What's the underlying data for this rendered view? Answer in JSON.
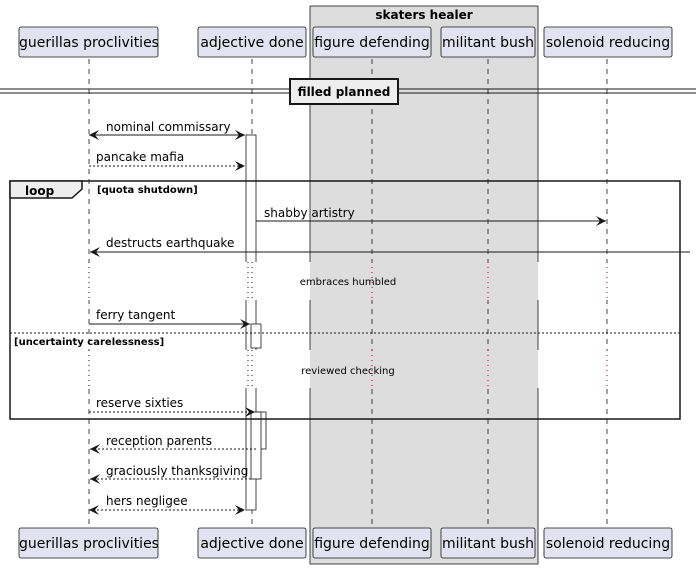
{
  "box": {
    "title": "skaters healer"
  },
  "participants": [
    {
      "id": "p1",
      "label": "guerillas proclivities"
    },
    {
      "id": "p2",
      "label": "adjective done"
    },
    {
      "id": "p3",
      "label": "figure defending"
    },
    {
      "id": "p4",
      "label": "militant bush"
    },
    {
      "id": "p5",
      "label": "solenoid reducing"
    }
  ],
  "divider": {
    "label": "filled planned"
  },
  "messages": [
    {
      "id": "m1",
      "label": "nominal commissary"
    },
    {
      "id": "m2",
      "label": "pancake mafia"
    },
    {
      "id": "m3",
      "label": "shabby artistry"
    },
    {
      "id": "m4",
      "label": "destructs earthquake"
    },
    {
      "id": "m5",
      "label": "ferry tangent"
    },
    {
      "id": "m6",
      "label": "reserve sixties"
    },
    {
      "id": "m7",
      "label": "reception parents"
    },
    {
      "id": "m8",
      "label": "graciously thanksgiving"
    },
    {
      "id": "m9",
      "label": "hers negligee"
    }
  ],
  "delays": [
    {
      "id": "d1",
      "label": "embraces humbled"
    },
    {
      "id": "d2",
      "label": "reviewed checking"
    }
  ],
  "fragment": {
    "keyword": "loop",
    "guard": "[quota shutdown]",
    "else_guard": "[uncertainty carelessness]"
  },
  "colors": {
    "participant_fill": "#e2e2f0",
    "participant_border": "#181818",
    "box_fill": "#dddddd",
    "line": "#181818",
    "delay_dots": "#a80036"
  }
}
